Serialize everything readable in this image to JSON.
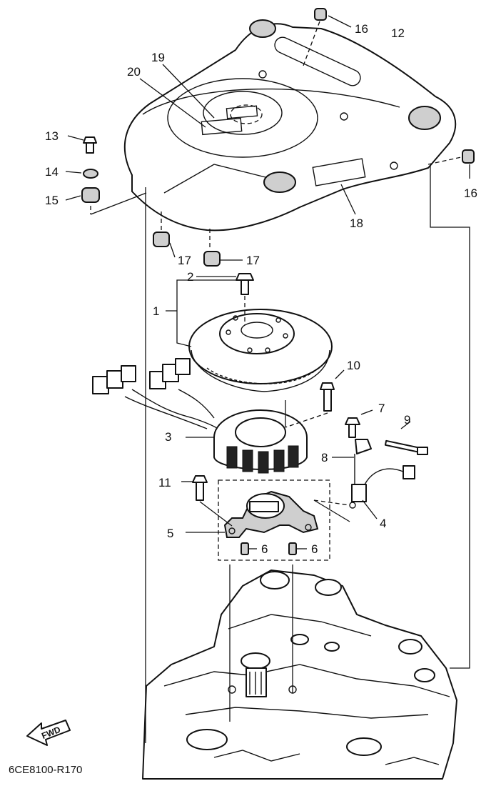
{
  "diagram": {
    "reference_code": "6CE8100-R170",
    "direction_arrow": "FWD",
    "callouts": [
      "1",
      "2",
      "3",
      "4",
      "5",
      "6",
      "6",
      "7",
      "8",
      "9",
      "10",
      "11",
      "12",
      "13",
      "14",
      "15",
      "16",
      "16",
      "17",
      "17",
      "18",
      "19",
      "20"
    ]
  }
}
